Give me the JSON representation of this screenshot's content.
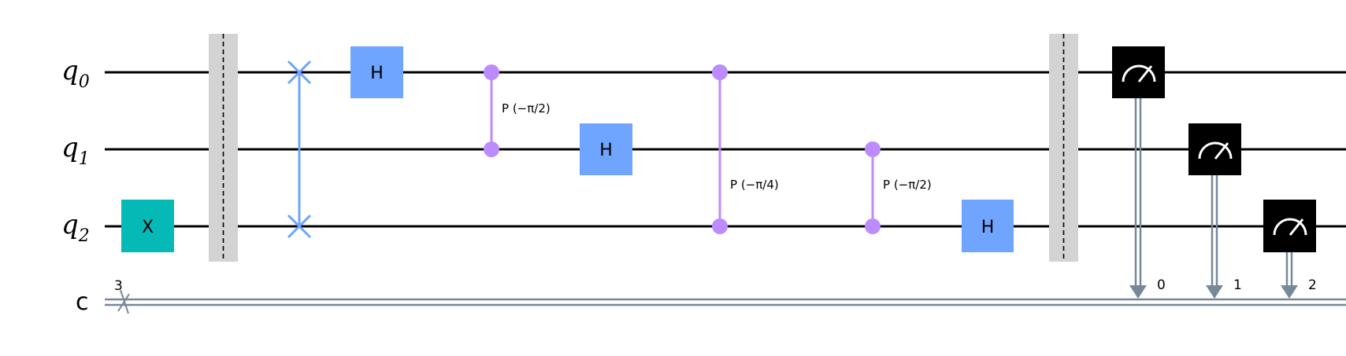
{
  "qubits": [
    {
      "base": "q",
      "index": "0"
    },
    {
      "base": "q",
      "index": "1"
    },
    {
      "base": "q",
      "index": "2"
    }
  ],
  "classical": {
    "label": "c",
    "size": "3",
    "bit_labels": [
      "0",
      "1",
      "2"
    ]
  },
  "gates": [
    {
      "type": "x",
      "label": "X",
      "qubit": 2
    },
    {
      "type": "barrier"
    },
    {
      "type": "swap",
      "qubits": [
        0,
        2
      ]
    },
    {
      "type": "h",
      "label": "H",
      "qubit": 0
    },
    {
      "type": "cp",
      "label": "P (−π/2)",
      "qubits": [
        0,
        1
      ]
    },
    {
      "type": "h",
      "label": "H",
      "qubit": 1
    },
    {
      "type": "cp",
      "label": "P (−π/4)",
      "qubits": [
        0,
        2
      ]
    },
    {
      "type": "cp",
      "label": "P (−π/2)",
      "qubits": [
        1,
        2
      ]
    },
    {
      "type": "h",
      "label": "H",
      "qubit": 2
    },
    {
      "type": "barrier"
    },
    {
      "type": "measure",
      "qubit": 0,
      "cbit": "0"
    },
    {
      "type": "measure",
      "qubit": 1,
      "cbit": "1"
    },
    {
      "type": "measure",
      "qubit": 2,
      "cbit": "2"
    }
  ],
  "colors": {
    "wire": "#000000",
    "classical_wire": "#778899",
    "x_gate": "#05bab6",
    "h_gate": "#6fa4ff",
    "phase": "#bb8bff",
    "barrier": "#d3d3d3",
    "measure": "#000000"
  }
}
